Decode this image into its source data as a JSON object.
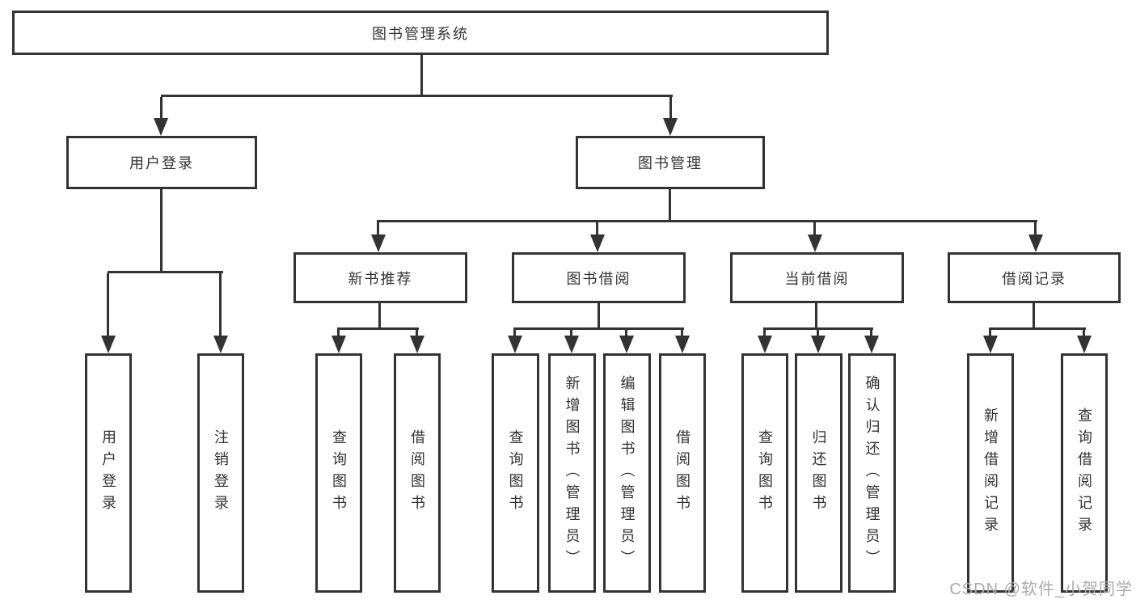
{
  "nodes": {
    "root": "图书管理系统",
    "user_login": "用户登录",
    "book_mgmt": "图书管理",
    "new_book_rec": "新书推荐",
    "book_borrow": "图书借阅",
    "current_borrow": "当前借阅",
    "borrow_records": "借阅记录",
    "l_user_login": "用户登录",
    "l_logout": "注销登录",
    "l_nb_query": "查询图书",
    "l_nb_borrow": "借阅图书",
    "l_bb_query": "查询图书",
    "l_bb_add": "新增图书（管理员）",
    "l_bb_edit": "编辑图书（管理员）",
    "l_bb_borrow": "借阅图书",
    "l_cb_query": "查询图书",
    "l_cb_return": "归还图书",
    "l_cb_confirm": "确认归还（管理员）",
    "l_br_add": "新增借阅记录",
    "l_br_query": "查询借阅记录",
    "watermark": "CSDN @软件_小贺同学"
  },
  "tree": {
    "root": "图书管理系统",
    "children": [
      {
        "label": "用户登录",
        "children": [
          "用户登录",
          "注销登录"
        ]
      },
      {
        "label": "图书管理",
        "children": [
          {
            "label": "新书推荐",
            "children": [
              "查询图书",
              "借阅图书"
            ]
          },
          {
            "label": "图书借阅",
            "children": [
              "查询图书",
              "新增图书（管理员）",
              "编辑图书（管理员）",
              "借阅图书"
            ]
          },
          {
            "label": "当前借阅",
            "children": [
              "查询图书",
              "归还图书",
              "确认归还（管理员）"
            ]
          },
          {
            "label": "借阅记录",
            "children": [
              "新增借阅记录",
              "查询借阅记录"
            ]
          }
        ]
      }
    ]
  },
  "colors": {
    "line": "#333333",
    "box_fill": "#ffffff",
    "text": "#333333",
    "watermark": "#ababab",
    "background": "#ffffff"
  }
}
